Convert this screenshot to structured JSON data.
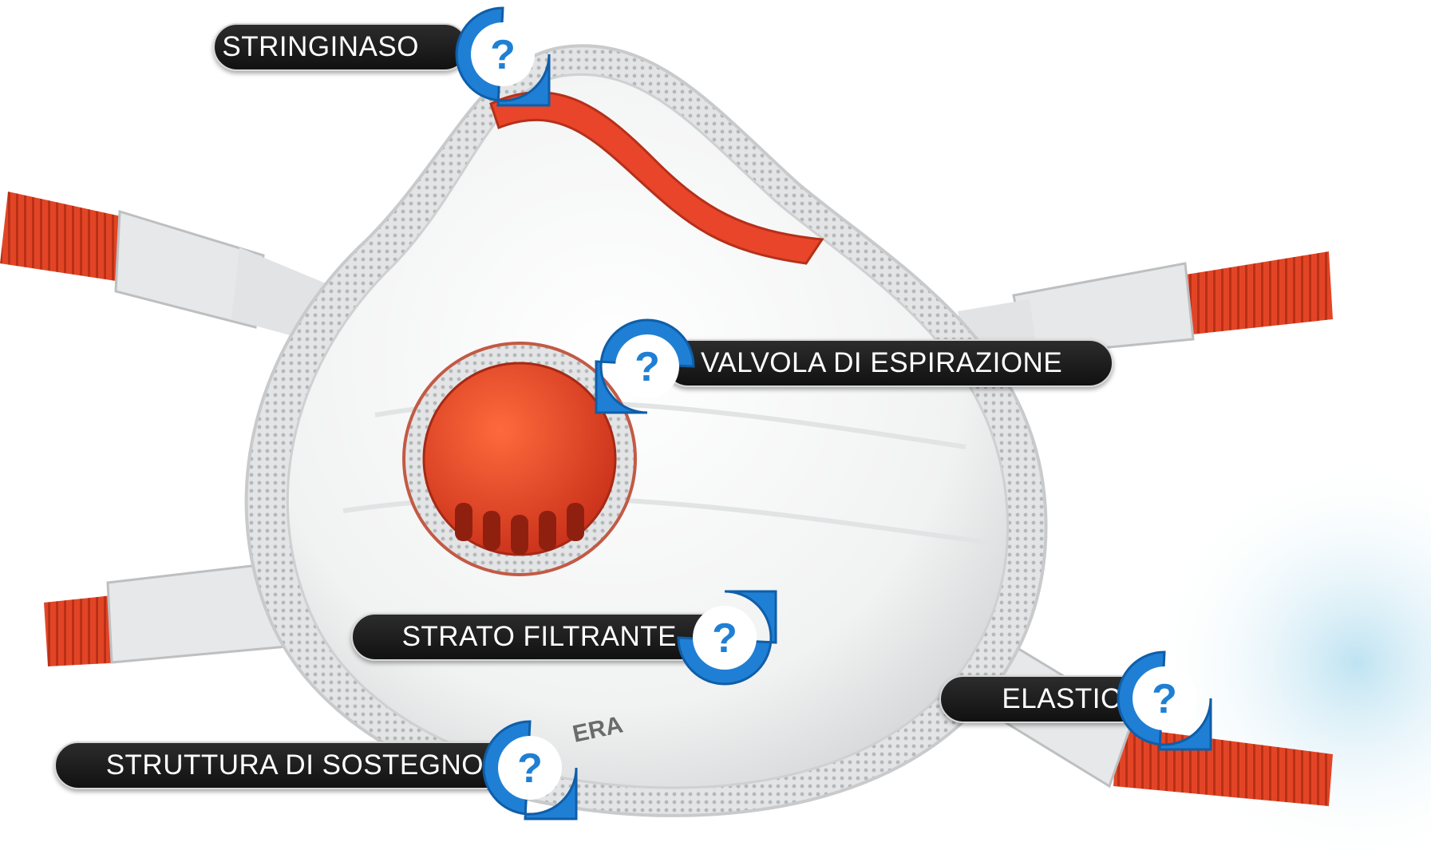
{
  "hotspots": [
    {
      "label": "STRINGINASO",
      "icon": "question-icon"
    },
    {
      "label": "VALVOLA DI ESPIRAZIONE",
      "icon": "question-icon"
    },
    {
      "label": "STRATO FILTRANTE",
      "icon": "question-icon"
    },
    {
      "label": "ELASTICI",
      "icon": "question-icon"
    },
    {
      "label": "STRUTTURA DI SOSTEGNO",
      "icon": "question-icon"
    }
  ],
  "colors": {
    "accent_blue": "#1f7fd4",
    "label_bg": "#1a1a1a",
    "label_text": "#ffffff",
    "mask_orange": "#e8452a",
    "mask_white": "#f2f2f2"
  }
}
